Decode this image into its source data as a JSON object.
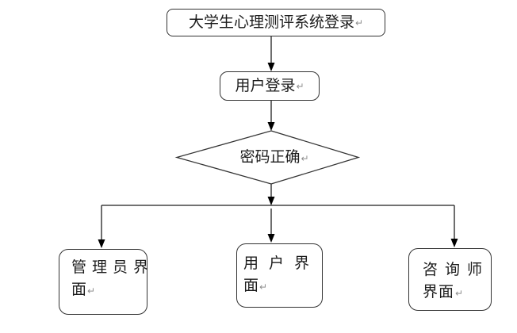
{
  "page": {
    "background_color": "#ffffff",
    "line_color": "#1f1f1f",
    "border_color": "#333333"
  },
  "diagram": {
    "type": "flowchart",
    "return_mark": "↵",
    "nodes": {
      "start": {
        "label": "大学生心理测评系统登录",
        "shape": "rounded-rect"
      },
      "login": {
        "label": "用户登录",
        "shape": "rounded-rect"
      },
      "decision": {
        "label": "密码正确",
        "shape": "diamond"
      },
      "admin": {
        "label": "管理员界面",
        "line1": "管理员界",
        "line2": "面",
        "shape": "rounded-rect"
      },
      "user": {
        "label": "用户界面",
        "line1": "用户界",
        "line2": "面",
        "shape": "rounded-rect"
      },
      "counselor": {
        "label": "咨询师界面",
        "line1": "咨询师",
        "line2": "界面",
        "shape": "rounded-rect"
      }
    },
    "edges": [
      {
        "from": "start",
        "to": "login"
      },
      {
        "from": "login",
        "to": "decision"
      },
      {
        "from": "decision",
        "to": "branch-junction"
      },
      {
        "from": "branch-junction",
        "to": "admin"
      },
      {
        "from": "branch-junction",
        "to": "user"
      },
      {
        "from": "branch-junction",
        "to": "counselor"
      }
    ]
  }
}
